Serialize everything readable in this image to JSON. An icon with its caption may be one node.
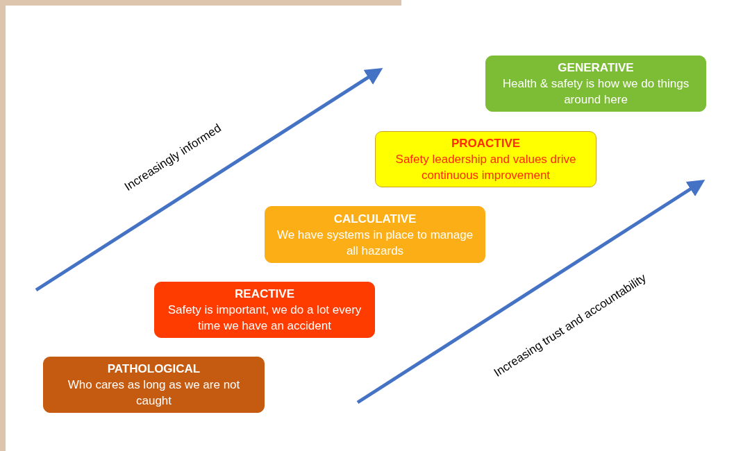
{
  "diagram": {
    "nodes": [
      {
        "text": [
          "GENERATIVE",
          "Health & safety is how we do things around here"
        ]
      },
      {
        "text": [
          "PROACTIVE",
          "Safety leadership and values drive continuous improvement"
        ]
      },
      {
        "text": [
          "CALCULATIVE",
          "We have systems in place to manage all hazards"
        ]
      },
      {
        "text": [
          "REACTIVE",
          "Safety is important, we do a lot every time we have an accident"
        ]
      },
      {
        "text": [
          "PATHOLOGICAL",
          "Who cares as long as we are not caught"
        ]
      }
    ],
    "labels": [
      "Increasingly informed",
      "Increasing trust and accountability"
    ]
  }
}
